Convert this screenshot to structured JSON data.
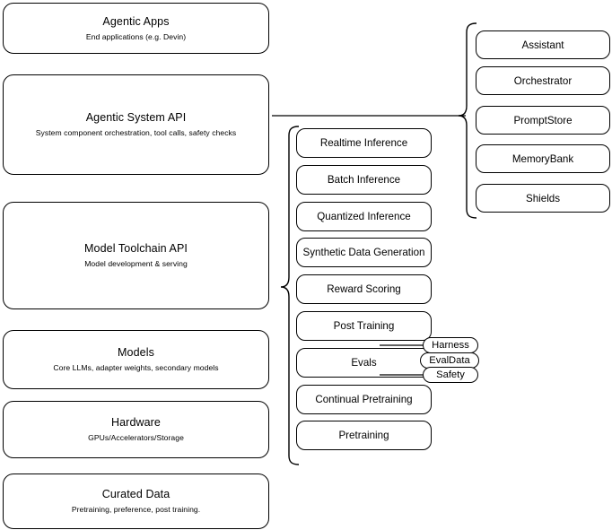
{
  "diagram": {
    "title": "AI Stack Layered Architecture Diagram",
    "stroke_color": "#000000",
    "background_color": "#ffffff"
  },
  "stack_layers": [
    {
      "id": "agentic-apps",
      "title": "Agentic Apps",
      "subtitle": "End applications (e.g. Devin)"
    },
    {
      "id": "agentic-system-api",
      "title": "Agentic System API",
      "subtitle": "System component orchestration, tool calls, safety checks"
    },
    {
      "id": "model-toolchain-api",
      "title": "Model Toolchain API",
      "subtitle": "Model development & serving"
    },
    {
      "id": "models",
      "title": "Models",
      "subtitle": "Core LLMs, adapter weights, secondary models"
    },
    {
      "id": "hardware",
      "title": "Hardware",
      "subtitle": "GPUs/Accelerators/Storage"
    },
    {
      "id": "curated-data",
      "title": "Curated Data",
      "subtitle": "Pretraining, preference, post training."
    }
  ],
  "toolchain_capabilities": [
    {
      "id": "realtime-inference",
      "label": "Realtime Inference"
    },
    {
      "id": "batch-inference",
      "label": "Batch Inference"
    },
    {
      "id": "quantized-inference",
      "label": "Quantized Inference"
    },
    {
      "id": "synthetic-data-generation",
      "label": "Synthetic Data Generation"
    },
    {
      "id": "reward-scoring",
      "label": "Reward Scoring"
    },
    {
      "id": "post-training",
      "label": "Post Training"
    },
    {
      "id": "evals",
      "label": "Evals"
    },
    {
      "id": "continual-pretraining",
      "label": "Continual Pretraining"
    },
    {
      "id": "pretraining",
      "label": "Pretraining"
    }
  ],
  "eval_subcomponents": [
    {
      "id": "harness",
      "label": "Harness"
    },
    {
      "id": "evaldata",
      "label": "EvalData"
    },
    {
      "id": "safety",
      "label": "Safety"
    }
  ],
  "system_components": [
    {
      "id": "assistant",
      "label": "Assistant"
    },
    {
      "id": "orchestrator",
      "label": "Orchestrator"
    },
    {
      "id": "promptstore",
      "label": "PromptStore"
    },
    {
      "id": "memorybank",
      "label": "MemoryBank"
    },
    {
      "id": "shields",
      "label": "Shields"
    }
  ]
}
